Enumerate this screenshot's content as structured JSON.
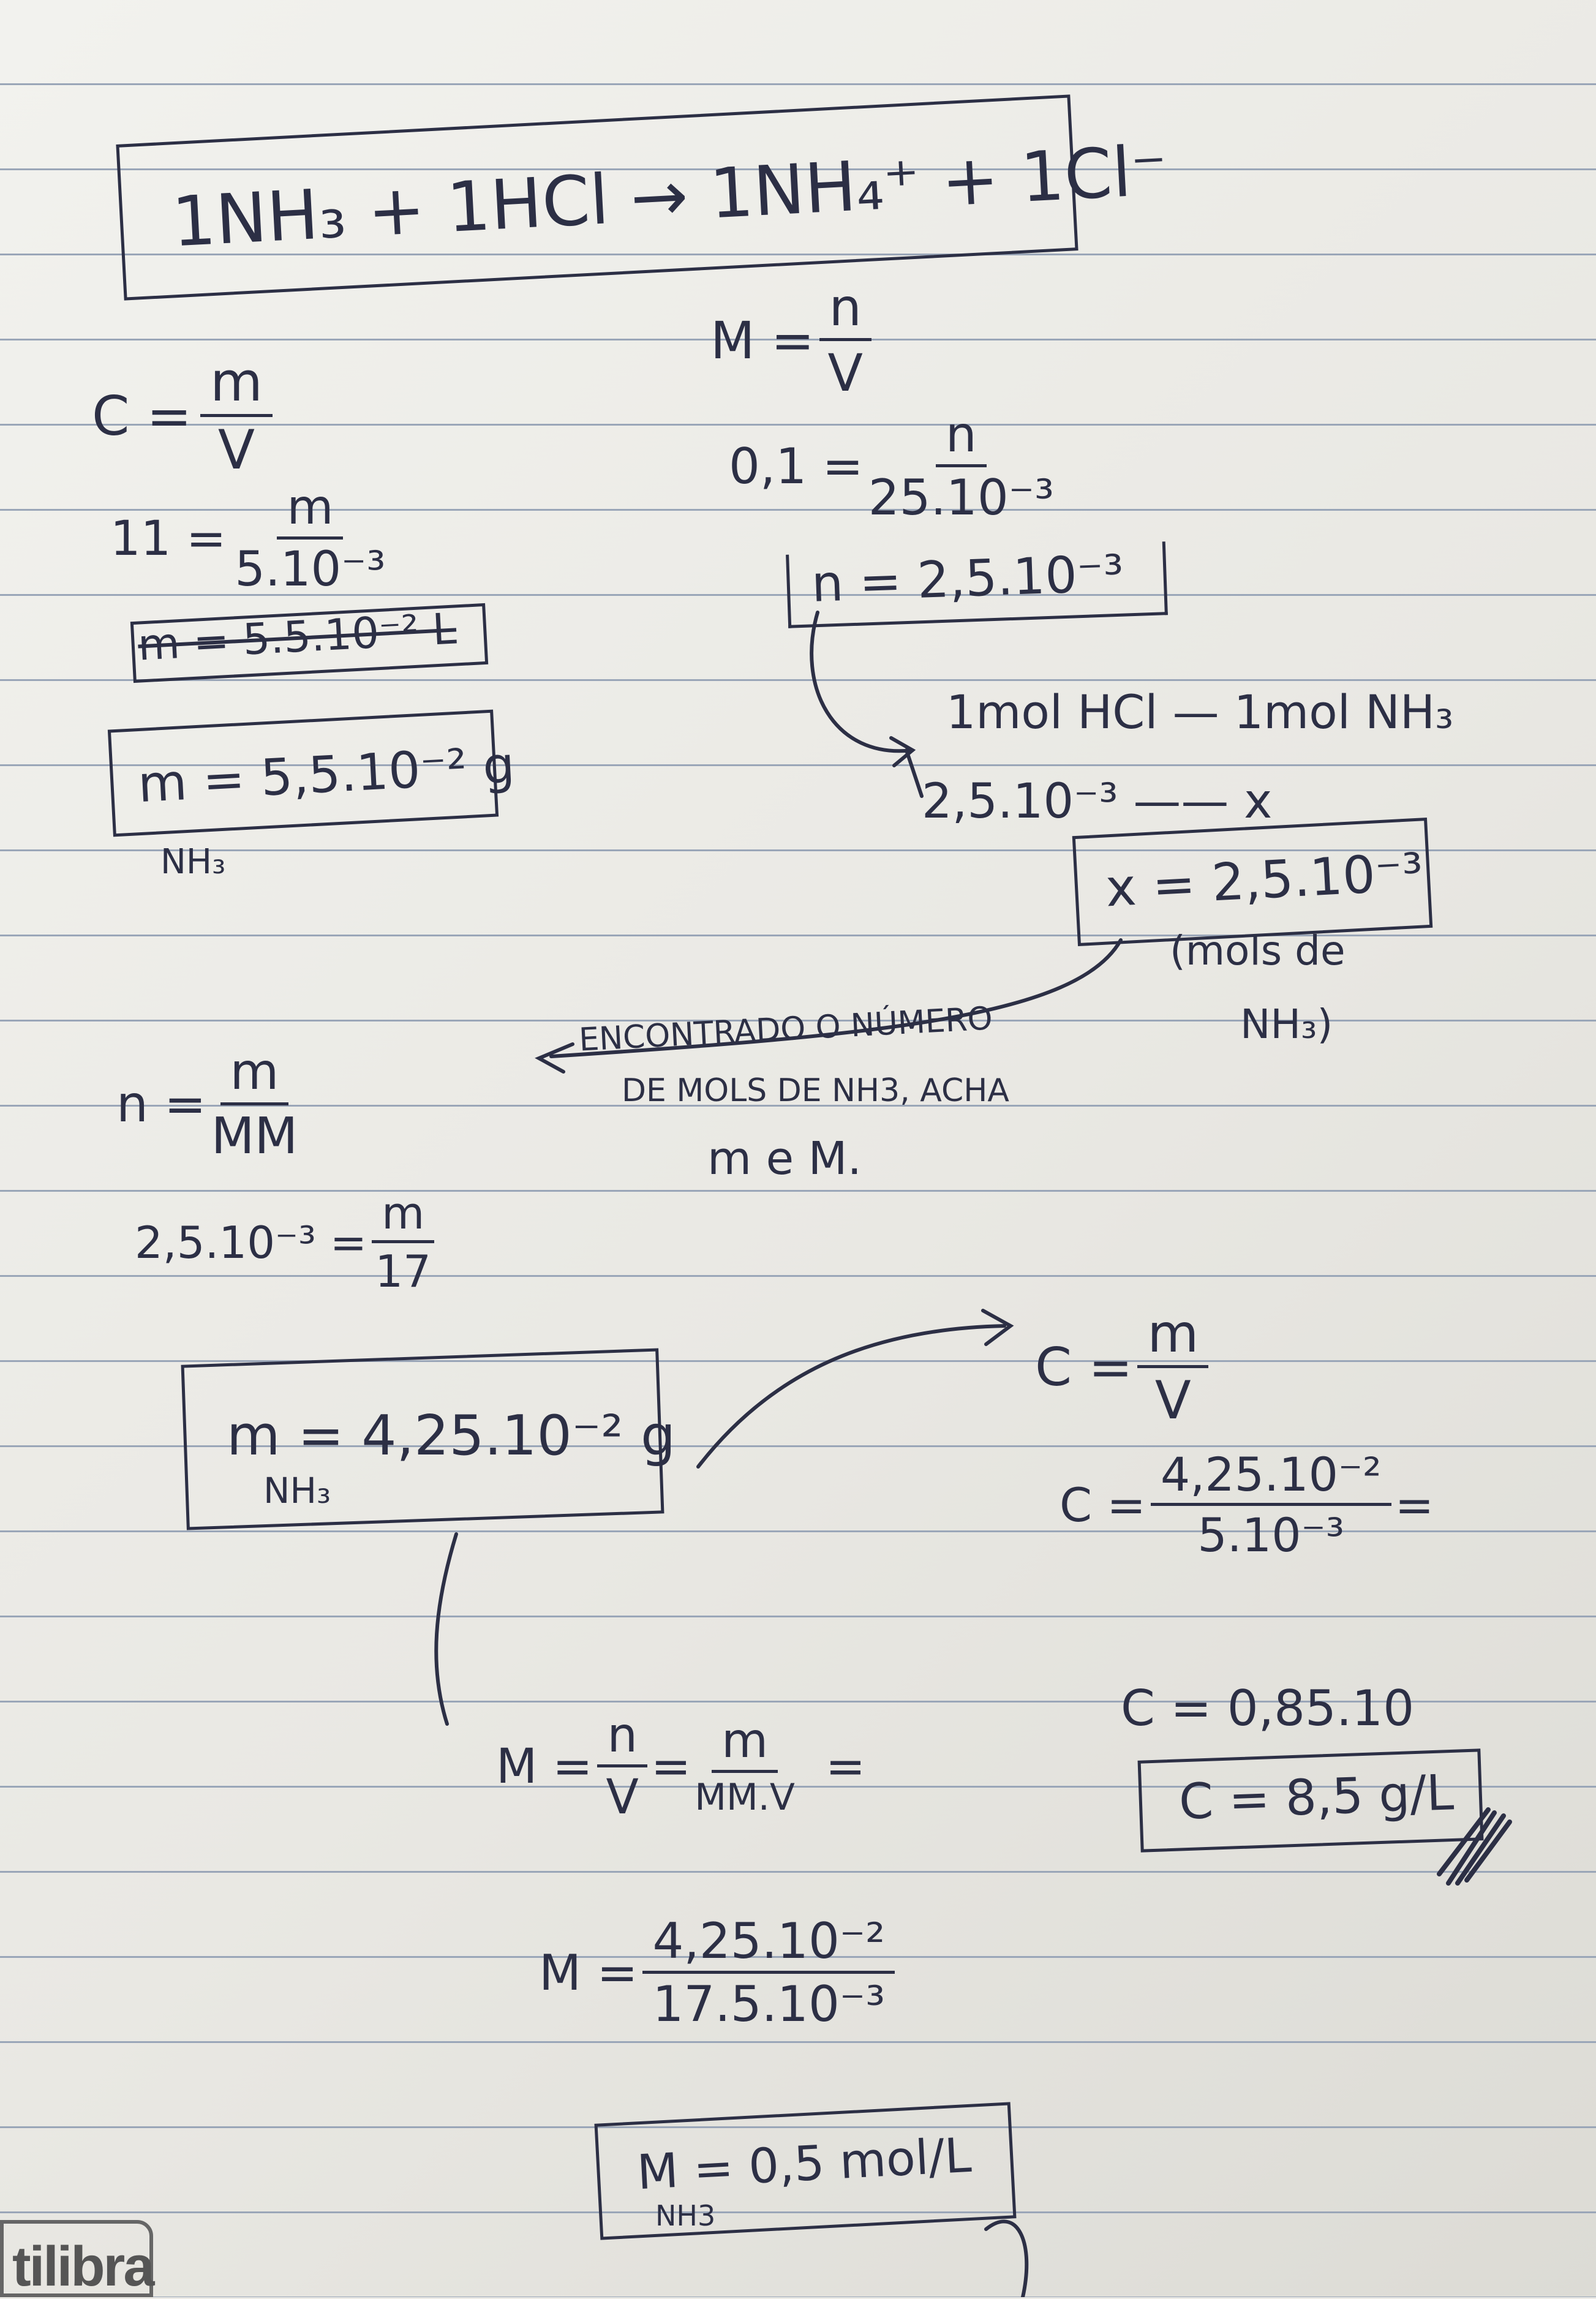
{
  "document": {
    "equation": {
      "text": "1NH₃ + 1HCl → 1NH₄⁺ + 1Cl⁻"
    },
    "left_column": {
      "c_formula": {
        "lhs": "C =",
        "num": "m",
        "den": "V"
      },
      "c_sub": {
        "lhs": "11 =",
        "num": "m",
        "den": "5.10⁻³"
      },
      "struck": "m = 5.5.10⁻² L",
      "mass_result": {
        "text": "m = 5,5.10⁻² g",
        "sub": "NH₃"
      },
      "n_formula": {
        "lhs": "n =",
        "num": "m",
        "den": "MM"
      },
      "n_sub": {
        "lhs": "2,5.10⁻³ =",
        "num": "m",
        "den": "17"
      },
      "mass_nh3": {
        "text": "m = 4,25.10⁻² g",
        "sub": "NH₃"
      }
    },
    "right_column": {
      "m_formula": {
        "lhs": "M =",
        "num": "n",
        "den": "V"
      },
      "m_sub": {
        "lhs": "0,1 =",
        "num": "n",
        "den": "25.10⁻³"
      },
      "n_result": "n = 2,5.10⁻³",
      "ratio_top": "1mol HCl — 1mol NH₃",
      "ratio_bottom": "2,5.10⁻³ —— x",
      "x_result": "x = 2,5.10⁻³",
      "x_note_line1": "(mols de",
      "x_note_line2": "NH₃)",
      "conc_formula": {
        "lhs": "C =",
        "num": "m",
        "den": "V"
      },
      "conc_sub": {
        "lhs": "C =",
        "num": "4,25.10⁻²",
        "den": "5.10⁻³",
        "tail": "="
      },
      "conc_step": "C = 0,85.10",
      "conc_result": "C = 8,5 g/L"
    },
    "annotation": {
      "line1": "ENCONTRADO O NÚMERO",
      "line2": "DE MOLS DE NH3, ACHA",
      "line3": "m e M."
    },
    "molarity": {
      "formula": {
        "lhs": "M =",
        "num1": "n",
        "den1": "V",
        "eq": "=",
        "num2": "m",
        "den2": "MM.V",
        "tail": "="
      },
      "sub": {
        "lhs": "M =",
        "num": "4,25.10⁻²",
        "den": "17.5.10⁻³"
      },
      "result": {
        "text": "M = 0,5 mol/L",
        "sub": "NH3"
      }
    },
    "brand": "tilibra"
  }
}
